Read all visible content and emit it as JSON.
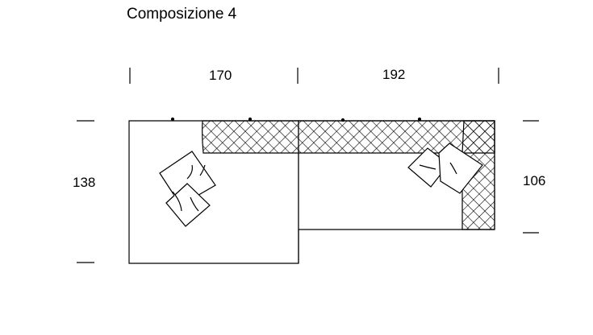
{
  "title": "Composizione 4",
  "dimensions": {
    "width_left": "170",
    "width_right": "192",
    "depth_left": "138",
    "depth_right": "106"
  },
  "colors": {
    "line": "#000000",
    "background": "#ffffff"
  }
}
